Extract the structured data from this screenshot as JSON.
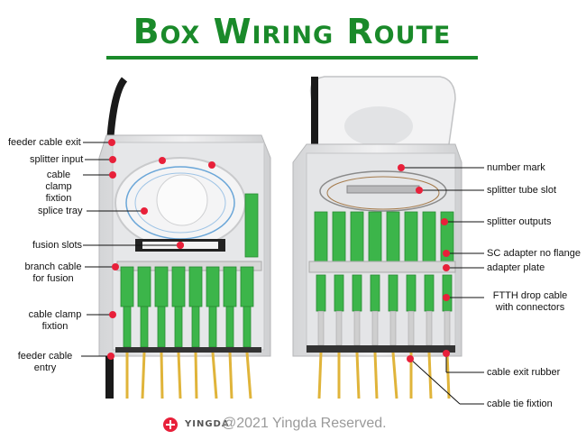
{
  "title": "Box Wiring Route",
  "labels_left": {
    "feeder_cable_exit": "feeder cable exit",
    "splitter_input": "splitter input",
    "cable_clamp_fixtion_1": "cable clamp\nfixtion",
    "splice_tray": "splice tray",
    "fusion_slots": "fusion slots",
    "branch_cable": "branch cable\nfor fusion",
    "cable_clamp_fixtion_2": "cable clamp\nfixtion",
    "feeder_cable_entry": "feeder cable\nentry"
  },
  "labels_right": {
    "number_mark": "number mark",
    "splitter_tube_slot": "splitter tube slot",
    "splitter_outputs": "splitter outputs",
    "sc_adapter": "SC adapter no flange",
    "adapter_plate": "adapter plate",
    "ftth_drop_cable": "FTTH drop cable\nwith connectors",
    "cable_exit_rubber": "cable exit rubber",
    "cable_tie_fixtion": "cable tie fixtion"
  },
  "footer": {
    "brand": "YINGDA",
    "copyright": "@2021 Yingda Reserved."
  },
  "colors": {
    "title": "#1a8a2a",
    "marker": "#e8203a",
    "adapter": "#3cb54a",
    "box": "#e9e9ea",
    "cable": "#e0b43a"
  }
}
